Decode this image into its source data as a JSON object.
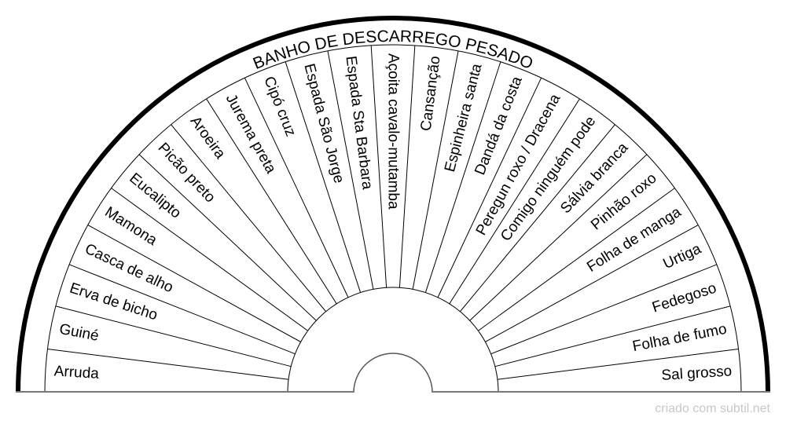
{
  "title": "BANHO DE DESCARREGO PESADO",
  "watermark": "criado com subtil.net",
  "items": [
    "Arruda",
    "Guiné",
    "Erva de bicho",
    "Casca de alho",
    "Mamona",
    "Eucalipto",
    "Picão preto",
    "Aroeira",
    "Jurema preta",
    "Cipó cruz",
    "Espada São Jorge",
    "Espada Sta Barbara",
    "Açoita cavalo-mutamba",
    "Cansanção",
    "Espinheira santa",
    "Dandá da costa",
    "Peregun roxo / Dracena",
    "Comigo ninguém pode",
    "Sálvia branca",
    "Pinhão roxo",
    "Folha de manga",
    "Urtiga",
    "Fedegoso",
    "Folha de fumo",
    "Sal grosso"
  ]
}
